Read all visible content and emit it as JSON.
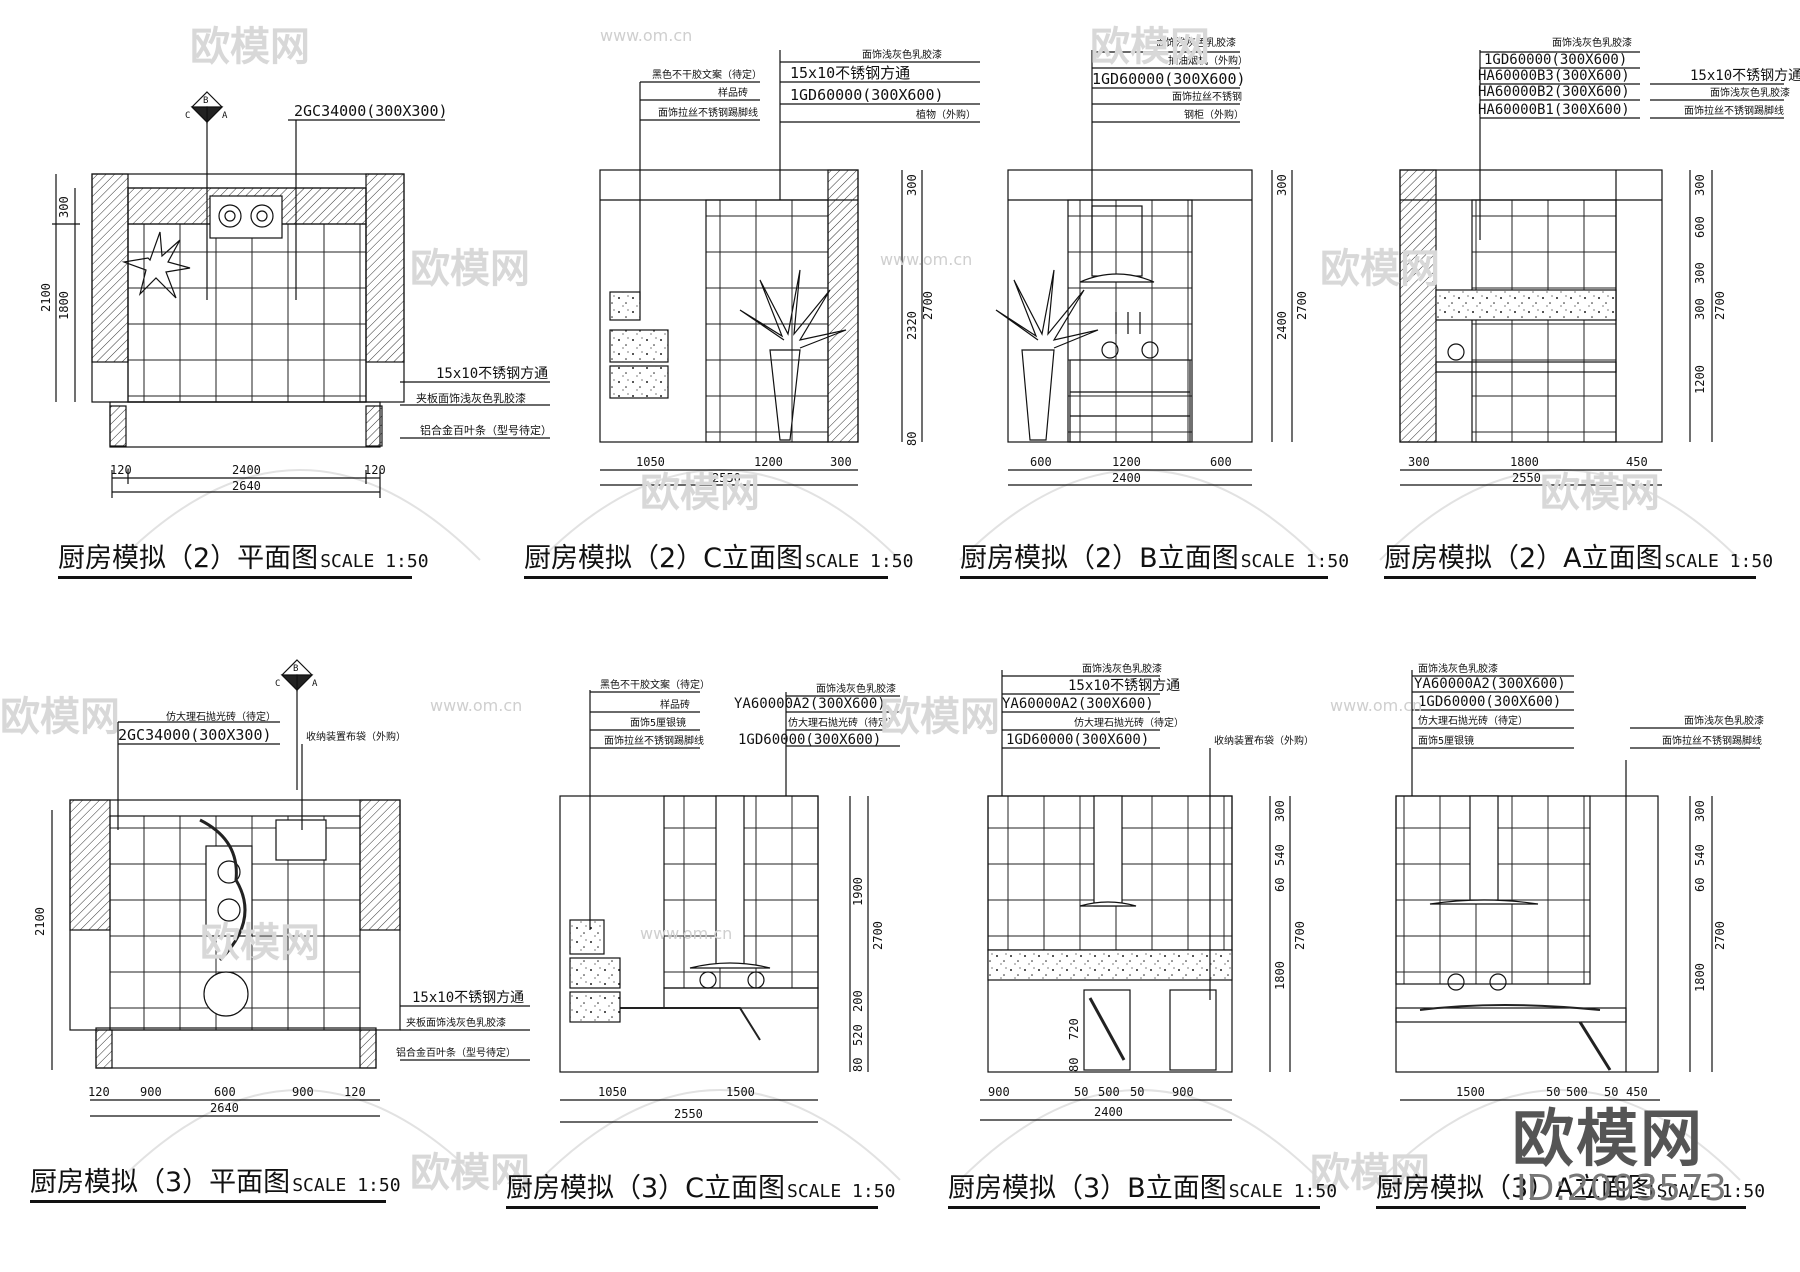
{
  "titles": [
    {
      "id": "plan2",
      "label": "厨房模拟（2）平面图",
      "scale": "SCALE 1:50"
    },
    {
      "id": "c2",
      "label": "厨房模拟（2）C立面图",
      "scale": "SCALE 1:50"
    },
    {
      "id": "b2",
      "label": "厨房模拟（2）B立面图",
      "scale": "SCALE 1:50"
    },
    {
      "id": "a2",
      "label": "厨房模拟（2）A立面图",
      "scale": "SCALE 1:50"
    },
    {
      "id": "plan3",
      "label": "厨房模拟（3）平面图",
      "scale": "SCALE 1:50"
    },
    {
      "id": "c3",
      "label": "厨房模拟（3）C立面图",
      "scale": "SCALE 1:50"
    },
    {
      "id": "b3",
      "label": "厨房模拟（3）B立面图",
      "scale": "SCALE 1:50"
    },
    {
      "id": "a3",
      "label": "厨房模拟（3）A立面图",
      "scale": "SCALE 1:50"
    }
  ],
  "plan2": {
    "tile_code": "2GC34000(300X300)",
    "compass": [
      "B",
      "C",
      "A"
    ],
    "notes": [
      "15x10不锈钢方通",
      "夹板面饰浅灰色乳胶漆",
      "铝合金百叶条（型号待定）"
    ],
    "dims_left": [
      "300",
      "2100",
      "1800"
    ],
    "dims_bottom": [
      "120",
      "2400",
      "120",
      "2640"
    ]
  },
  "c2": {
    "notes": [
      "黑色不干胶文案（待定）",
      "样品砖",
      "面饰拉丝不锈钢踢脚线"
    ],
    "notes_right": [
      "面饰浅灰色乳胶漆",
      "15x10不锈钢方通",
      "1GD60000(300X600)",
      "植物（外购）"
    ],
    "dims_right": [
      "300",
      "2700",
      "2320",
      "80"
    ],
    "dims_bottom": [
      "1050",
      "1200",
      "300",
      "2550"
    ]
  },
  "b2": {
    "notes": [
      "面饰浅灰色乳胶漆",
      "抽油烟机（外购）",
      "1GD60000(300X600)",
      "面饰拉丝不锈钢",
      "钢柜（外购）"
    ],
    "dims_right": [
      "300",
      "2400",
      "2700"
    ],
    "dims_bottom": [
      "600",
      "1200",
      "600",
      "2400"
    ]
  },
  "a2": {
    "notes_left": [
      "面饰浅灰色乳胶漆",
      "1GD60000(300X600)",
      "HA60000B3(300X600)",
      "HA60000B2(300X600)",
      "HA60000B1(300X600)"
    ],
    "notes_right": [
      "15x10不锈钢方通",
      "面饰浅灰色乳胶漆",
      "面饰拉丝不锈钢踢脚线"
    ],
    "dims_right": [
      "300",
      "600",
      "300",
      "300",
      "1200",
      "2700"
    ],
    "dims_bottom": [
      "300",
      "1800",
      "450",
      "2550"
    ]
  },
  "plan3": {
    "notes_top": [
      "仿大理石抛光砖（待定）",
      "2GC34000(300X300)",
      "收纳装置布袋（外购）"
    ],
    "compass": [
      "B",
      "C",
      "A"
    ],
    "notes": [
      "15x10不锈钢方通",
      "夹板面饰浅灰色乳胶漆",
      "铝合金百叶条（型号待定）"
    ],
    "dims_left": [
      "2100"
    ],
    "dims_bottom": [
      "120",
      "900",
      "600",
      "900",
      "120",
      "2640"
    ]
  },
  "c3": {
    "notes": [
      "黑色不干胶文案（待定）",
      "样品砖",
      "面饰5厘银镜",
      "面饰拉丝不锈钢踢脚线"
    ],
    "notes_right": [
      "面饰浅灰色乳胶漆",
      "YA60000A2(300X600)",
      "仿大理石抛光砖（待定）",
      "1GD60000(300X600)"
    ],
    "dims_right": [
      "1900",
      "2700",
      "200",
      "520",
      "80"
    ],
    "dims_bottom": [
      "1050",
      "1500",
      "2550"
    ]
  },
  "b3": {
    "notes": [
      "面饰浅灰色乳胶漆",
      "15x10不锈钢方通",
      "YA60000A2(300X600)",
      "仿大理石抛光砖（待定）",
      "1GD60000(300X600)"
    ],
    "notes_right": [
      "收纳装置布袋（外购）"
    ],
    "dims_right": [
      "300",
      "540",
      "60",
      "2700",
      "1800"
    ],
    "dims_left": [
      "80",
      "720"
    ],
    "dims_bottom": [
      "900",
      "50",
      "500",
      "50",
      "900",
      "2400"
    ]
  },
  "a3": {
    "notes": [
      "面饰浅灰色乳胶漆",
      "YA60000A2(300X600)",
      "1GD60000(300X600)",
      "仿大理石抛光砖（待定）",
      "面饰5厘银镜"
    ],
    "notes_right": [
      "面饰浅灰色乳胶漆",
      "面饰拉丝不锈钢踢脚线"
    ],
    "dims_right": [
      "300",
      "540",
      "60",
      "2700",
      "1800"
    ],
    "dims_bottom": [
      "1500",
      "50",
      "500",
      "50",
      "450"
    ]
  },
  "watermark": {
    "brand": "欧模网",
    "url": "www.om.cn",
    "id": "ID:2093573"
  },
  "colors": {
    "line": "#111111",
    "watermark": "#d0d0d0"
  }
}
